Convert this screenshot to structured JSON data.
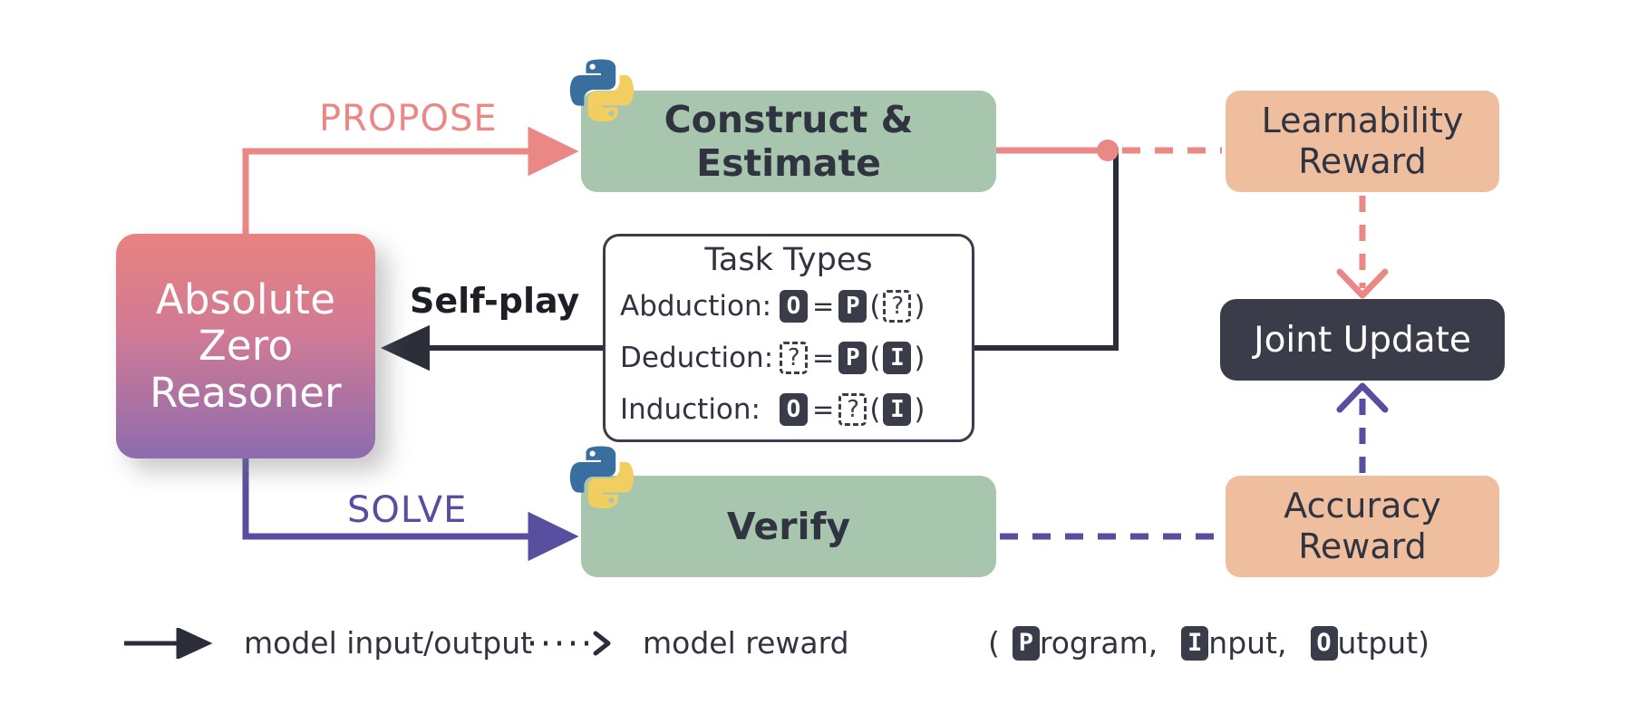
{
  "diagram": {
    "title": "Absolute Zero Reasoner self-play loop",
    "colors": {
      "propose_pink": "#ea8885",
      "solve_purple": "#574ea0",
      "green_box": "#a8c5ad",
      "peach_box": "#efbe9f",
      "dark_box": "#3a3d49",
      "azr_gradient_top": "#e9827f",
      "azr_gradient_bottom": "#8d6cae"
    }
  },
  "nodes": {
    "reasoner": {
      "line1": "Absolute",
      "line2": "Zero",
      "line3": "Reasoner"
    },
    "construct": {
      "label": "Construct & Estimate"
    },
    "verify": {
      "label": "Verify"
    },
    "learnability_reward": {
      "line1": "Learnability",
      "line2": "Reward"
    },
    "accuracy_reward": {
      "line1": "Accuracy",
      "line2": "Reward"
    },
    "joint_update": {
      "label": "Joint Update"
    }
  },
  "edges": {
    "propose_label": "PROPOSE",
    "solve_label": "SOLVE",
    "selfplay_label": "Self-play"
  },
  "task_types": {
    "title": "Task Types",
    "rows": [
      {
        "name": "Abduction:",
        "lhs": "O",
        "lhs_kind": "solid",
        "fn": "P",
        "fn_kind": "solid",
        "arg": "?",
        "arg_kind": "dashed"
      },
      {
        "name": "Deduction:",
        "lhs": "?",
        "lhs_kind": "dashed",
        "fn": "P",
        "fn_kind": "solid",
        "arg": "I",
        "arg_kind": "solid"
      },
      {
        "name": "Induction:",
        "lhs": "O",
        "lhs_kind": "solid",
        "fn": "?",
        "fn_kind": "dashed",
        "arg": "I",
        "arg_kind": "solid"
      }
    ],
    "equals": "=",
    "open_paren": "(",
    "close_paren": ")"
  },
  "legend": {
    "model_io": "model input/output",
    "model_reward": "model reward",
    "tuple": {
      "open": "(",
      "program_chip": "P",
      "program_rest": "rogram,",
      "input_chip": "I",
      "input_rest": "nput,",
      "output_chip": "O",
      "output_rest": "utput)"
    }
  },
  "icons": {
    "python_top": "python-logo",
    "python_bottom": "python-logo"
  }
}
